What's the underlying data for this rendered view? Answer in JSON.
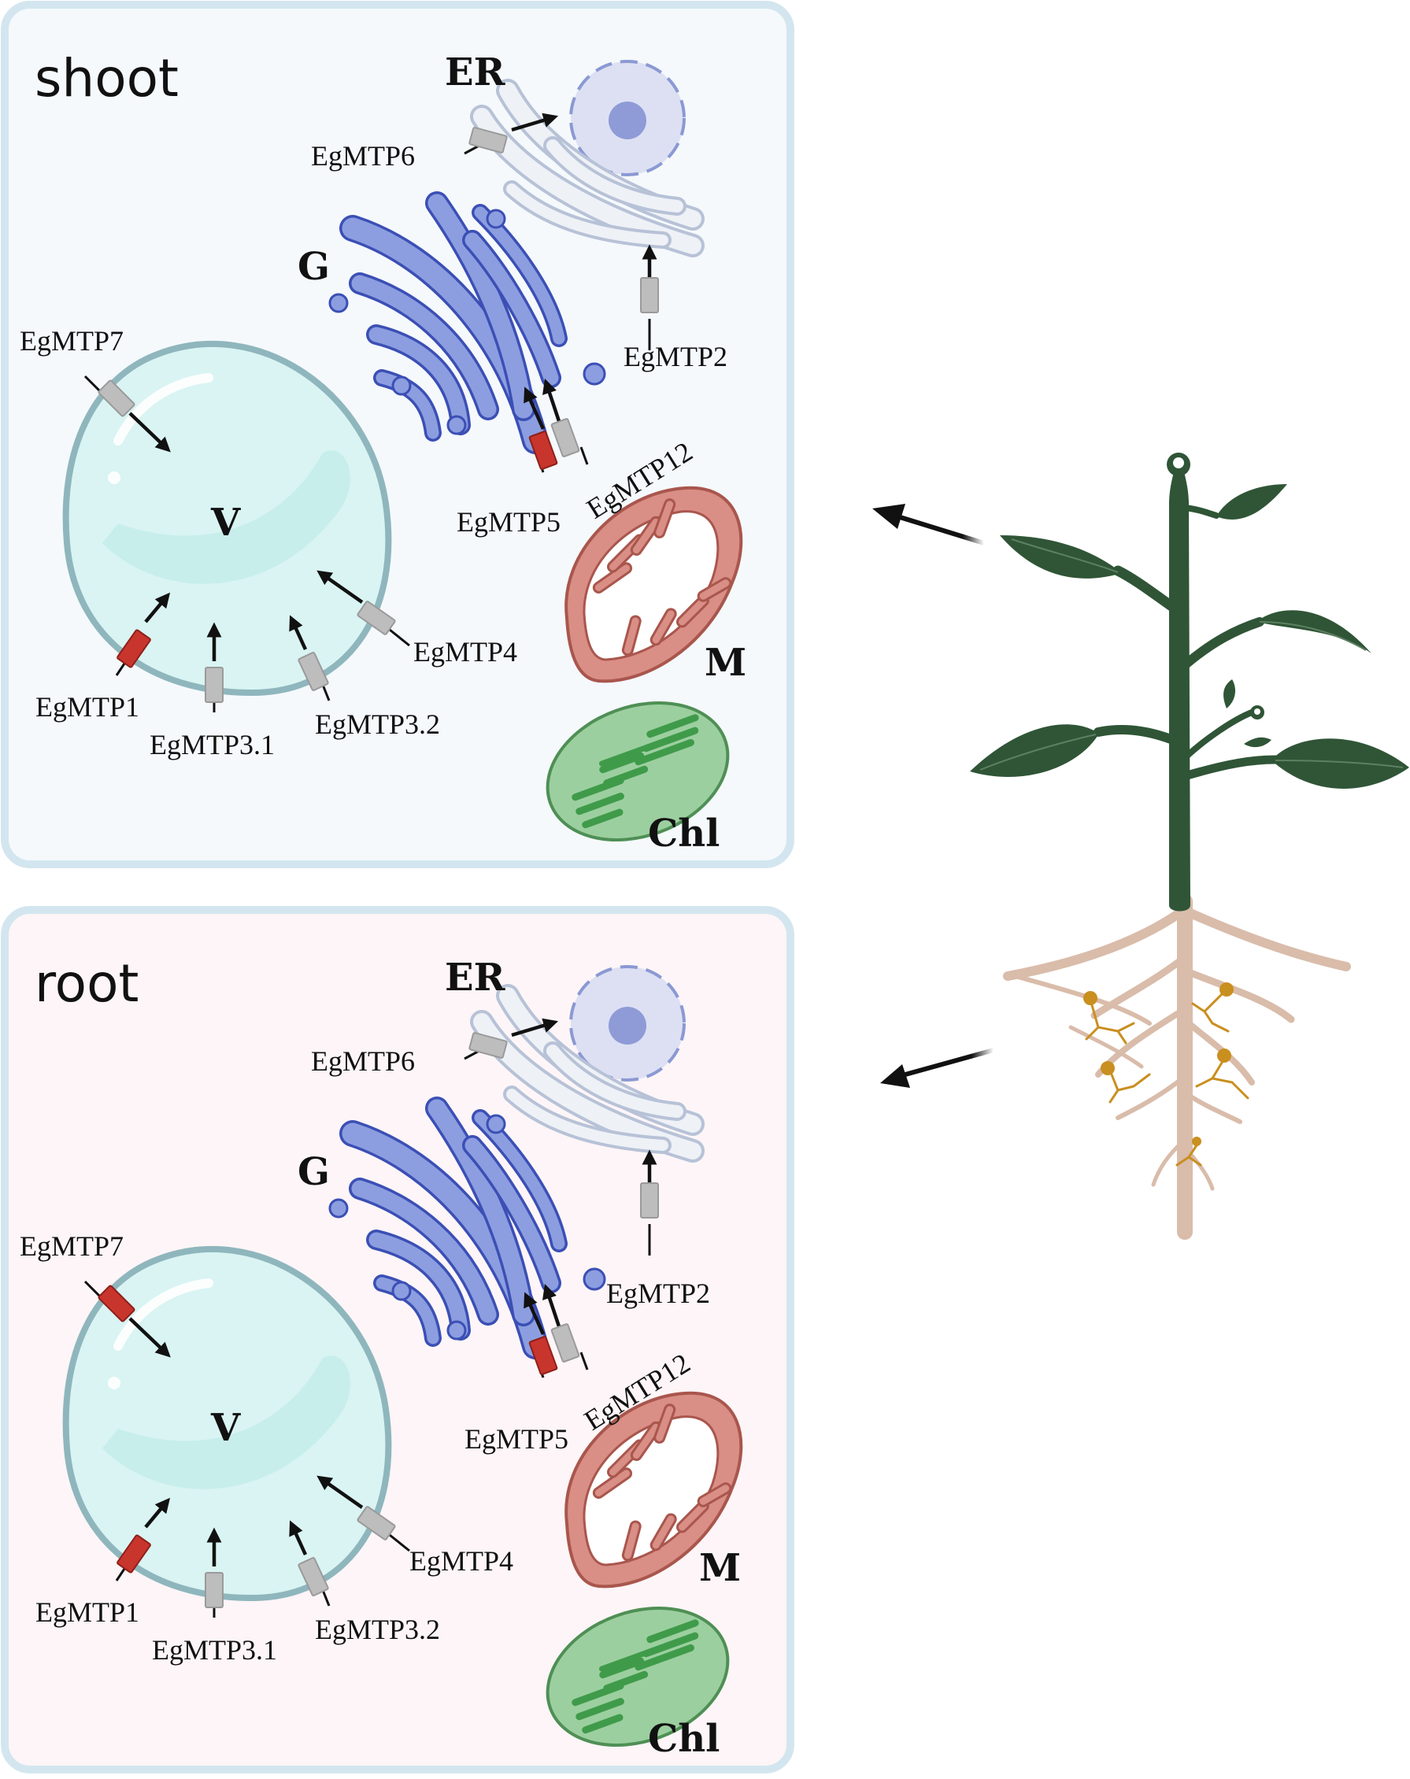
{
  "colors": {
    "shoot_bg": "#f5f9fc",
    "root_bg": "#fdf5f7",
    "panel_border": "#d3e6ef",
    "vacuole_fill": "#d9f4f3",
    "vacuole_border": "#8fb6bd",
    "golgi": "#8c9ee0",
    "golgi_border": "#3b4fb5",
    "er": "#eaedf3",
    "nucleus": "#dde0f3",
    "mito_fill": "#d98e86",
    "chloro_fill": "#9ccf9f",
    "transporter_red": "#c8352d",
    "transporter_grey": "#bdbdbd",
    "plant_green": "#2f5536",
    "root_tan": "#d9bcaa",
    "fungus": "#c98f1f"
  },
  "panels": [
    {
      "title": "shoot",
      "organelles": {
        "er": "ER",
        "golgi": "G",
        "vacuole": "V",
        "mitochondrion": "M",
        "chloroplast": "Chl"
      },
      "transporters": [
        {
          "gene": "EgMTP6",
          "location": "ER",
          "color": "grey"
        },
        {
          "gene": "EgMTP2",
          "location": "ER",
          "color": "grey"
        },
        {
          "gene": "EgMTP5",
          "location": "Golgi",
          "color": "red"
        },
        {
          "gene": "EgMTP12",
          "location": "Golgi",
          "color": "grey"
        },
        {
          "gene": "EgMTP7",
          "location": "Vacuole",
          "color": "grey"
        },
        {
          "gene": "EgMTP1",
          "location": "Vacuole",
          "color": "red"
        },
        {
          "gene": "EgMTP3.1",
          "location": "Vacuole",
          "color": "grey"
        },
        {
          "gene": "EgMTP3.2",
          "location": "Vacuole",
          "color": "grey"
        },
        {
          "gene": "EgMTP4",
          "location": "Vacuole",
          "color": "grey"
        }
      ]
    },
    {
      "title": "root",
      "organelles": {
        "er": "ER",
        "golgi": "G",
        "vacuole": "V",
        "mitochondrion": "M",
        "chloroplast": "Chl"
      },
      "transporters": [
        {
          "gene": "EgMTP6",
          "location": "ER",
          "color": "grey"
        },
        {
          "gene": "EgMTP2",
          "location": "ER",
          "color": "grey"
        },
        {
          "gene": "EgMTP5",
          "location": "Golgi",
          "color": "red"
        },
        {
          "gene": "EgMTP12",
          "location": "Golgi",
          "color": "grey"
        },
        {
          "gene": "EgMTP7",
          "location": "Vacuole",
          "color": "red"
        },
        {
          "gene": "EgMTP1",
          "location": "Vacuole",
          "color": "red"
        },
        {
          "gene": "EgMTP3.1",
          "location": "Vacuole",
          "color": "grey"
        },
        {
          "gene": "EgMTP3.2",
          "location": "Vacuole",
          "color": "grey"
        },
        {
          "gene": "EgMTP4",
          "location": "Vacuole",
          "color": "grey"
        }
      ]
    }
  ],
  "icons": [
    "plant-illustration",
    "shoot-pointer-arrow",
    "root-pointer-arrow"
  ]
}
